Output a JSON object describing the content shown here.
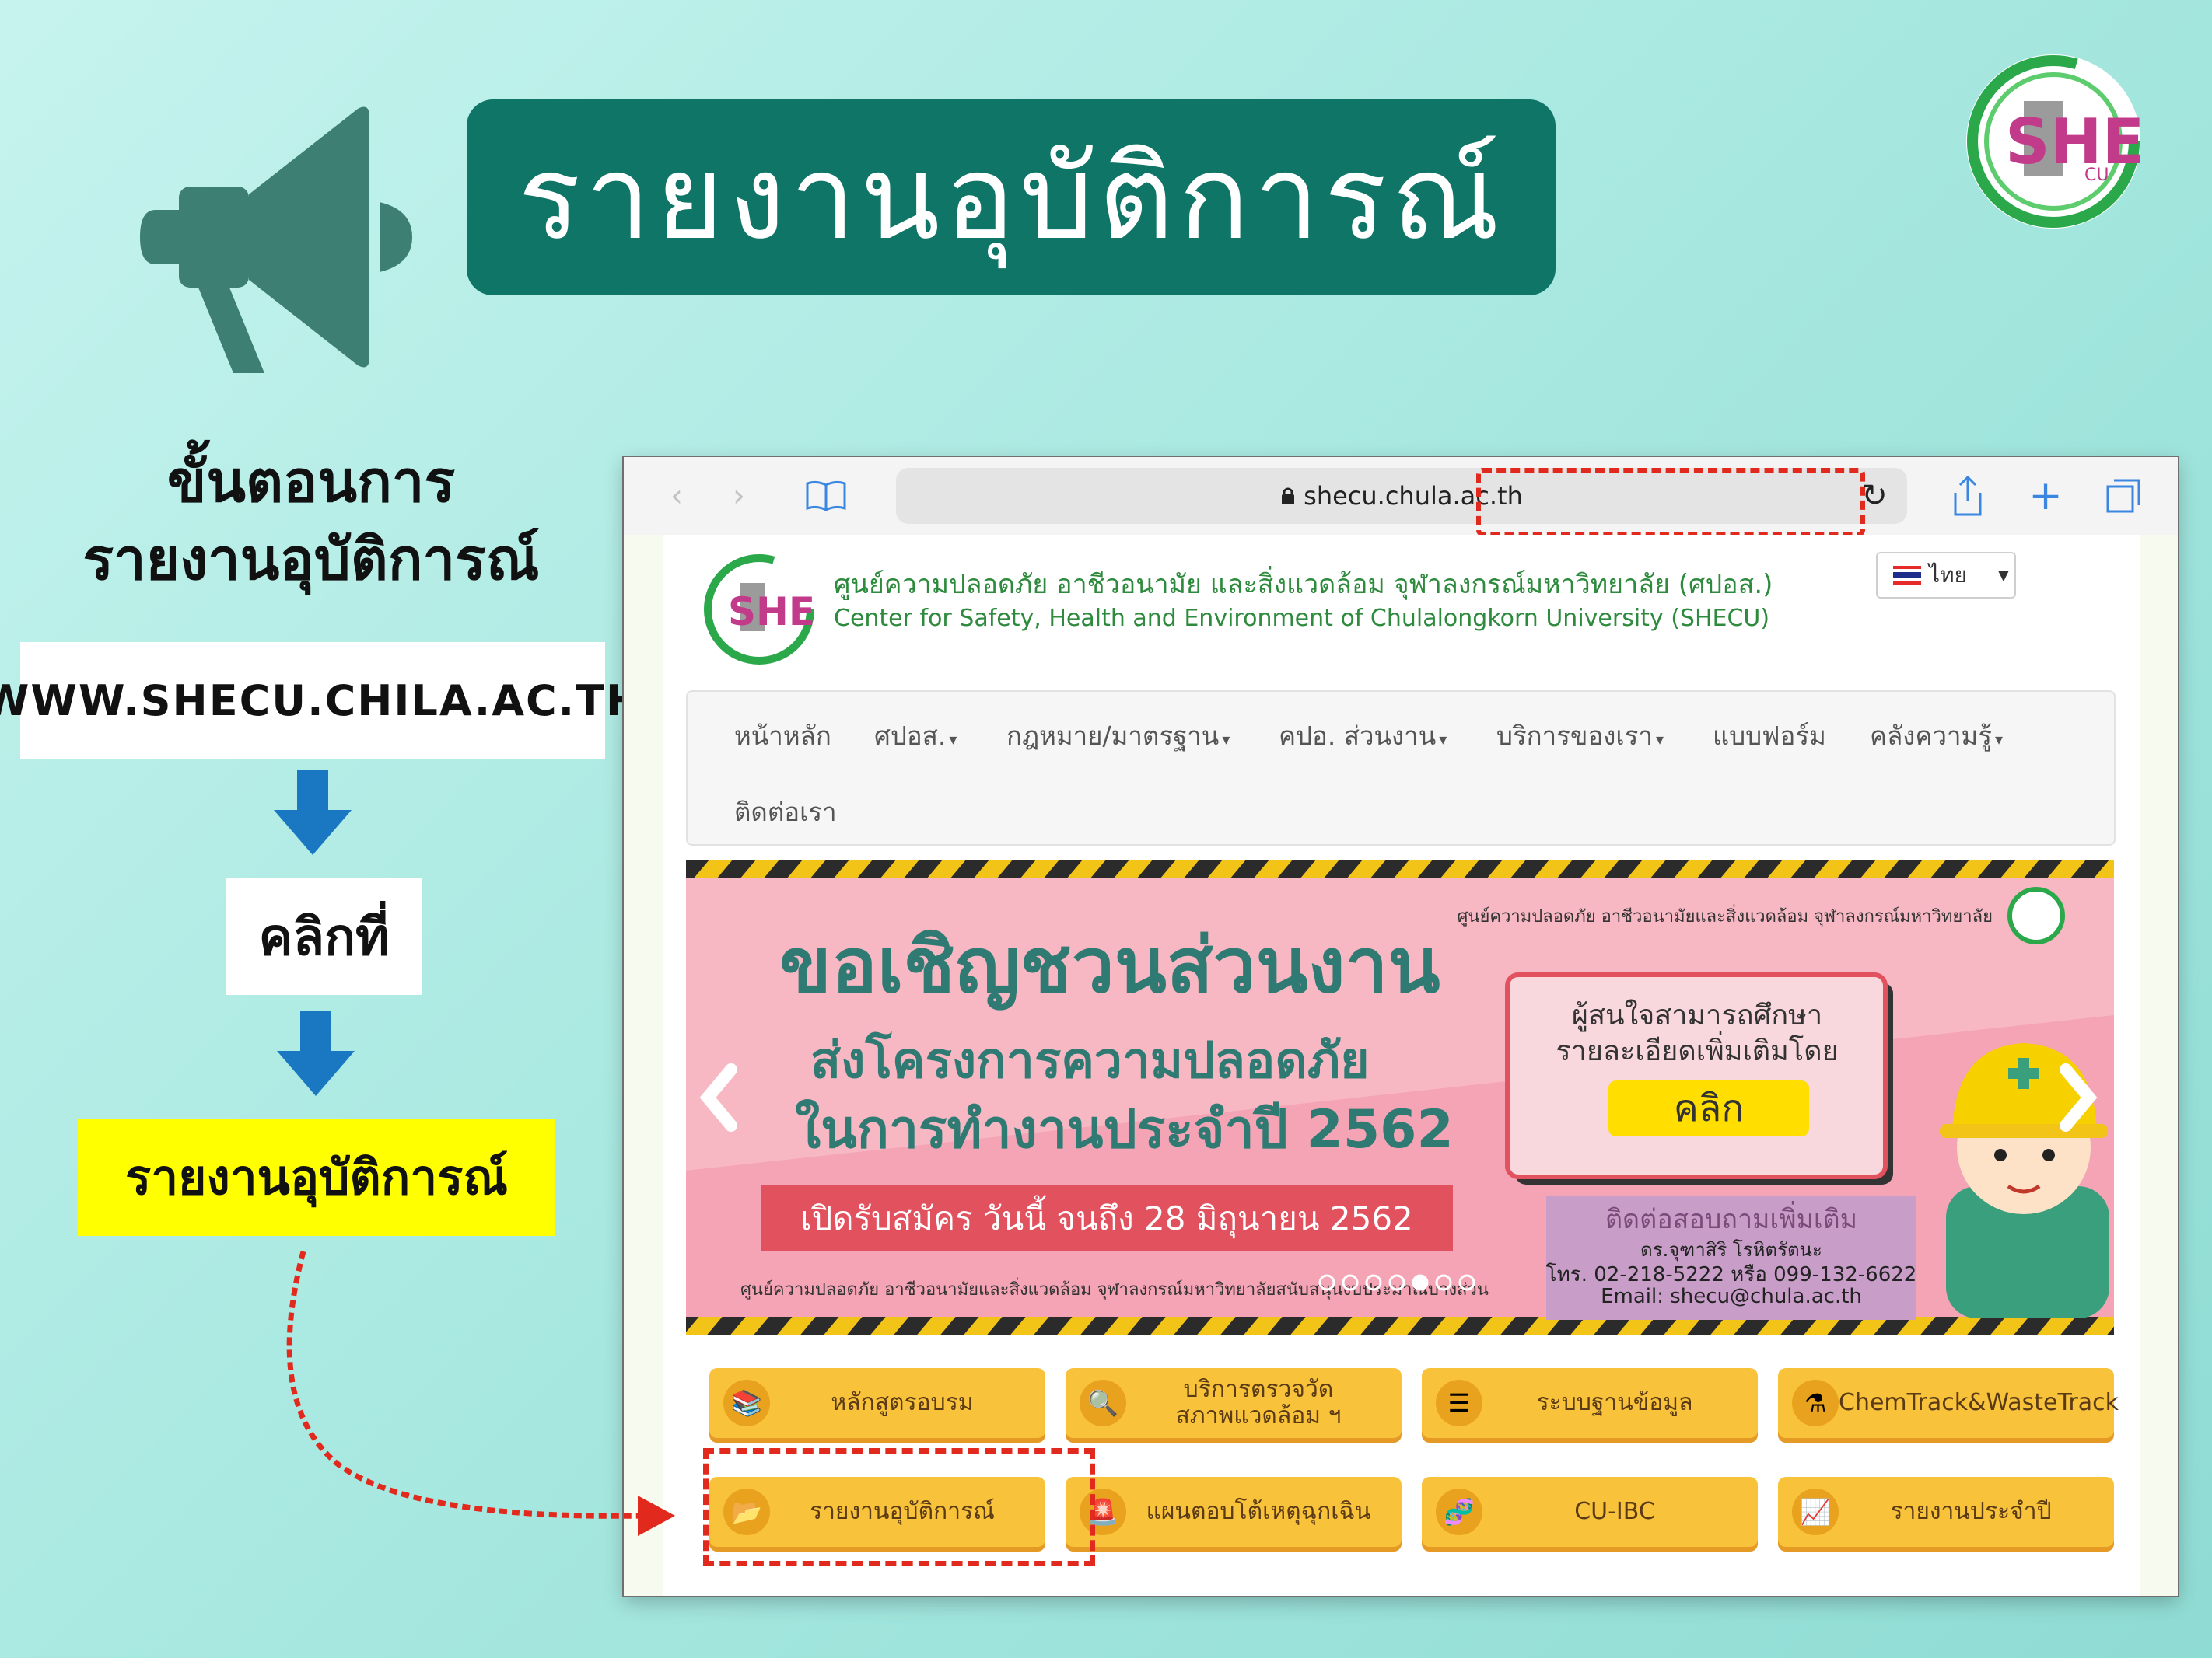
{
  "header": {
    "title": "รายงานอุบัติการณ์",
    "logo_text": "SHE",
    "logo_sub": "CU"
  },
  "steps": {
    "title_line1": "ขั้นตอนการ",
    "title_line2": "รายงานอุบัติการณ์",
    "url": "WWW.SHECU.CHILA.AC.TH",
    "click": "คลิกที่",
    "report": "รายงานอุบัติการณ์"
  },
  "browser": {
    "address": "shecu.chula.ac.th",
    "lock_icon": "lock-icon"
  },
  "site": {
    "name_th": "ศูนย์ความปลอดภัย อาชีวอนามัย และสิ่งแวดล้อม จุฬาลงกรณ์มหาวิทยาลัย (ศปอส.)",
    "name_en": "Center for Safety, Health and Environment of Chulalongkorn University (SHECU)",
    "language": "ไทย",
    "nav": [
      {
        "label": "หน้าหลัก",
        "dropdown": false
      },
      {
        "label": "ศปอส.",
        "dropdown": true
      },
      {
        "label": "กฎหมาย/มาตรฐาน",
        "dropdown": true
      },
      {
        "label": "คปอ. ส่วนงาน",
        "dropdown": true
      },
      {
        "label": "บริการของเรา",
        "dropdown": true
      },
      {
        "label": "แบบฟอร์ม",
        "dropdown": false
      },
      {
        "label": "คลังความรู้",
        "dropdown": true
      },
      {
        "label": "ติดต่อเรา",
        "dropdown": false
      }
    ]
  },
  "banner": {
    "top_caption": "ศูนย์ความปลอดภัย อาชีวอนามัยและสิ่งแวดล้อม จุฬาลงกรณ์มหาวิทยาลัย",
    "headline1": "ขอเชิญชวนส่วนงาน",
    "headline2": "ส่งโครงการความปลอดภัย",
    "headline3": "ในการทำงานประจำปี 2562",
    "deadline": "เปิดรับสมัคร วันนี้ จนถึง 28 มิถุนายน 2562",
    "footnote": "ศูนย์ความปลอดภัย อาชีวอนามัยและสิ่งแวดล้อม จุฬาลงกรณ์มหาวิทยาลัยสนับสนุนงบประมาณบางส่วน",
    "info1": "ผู้สนใจสามารถศึกษา",
    "info2": "รายละเอียดเพิ่มเติมโดย",
    "click_btn": "คลิก",
    "contact_title": "ติดต่อสอบถามเพิ่มเติม",
    "contact_name": "ดร.จุฑาสิริ โรหิตรัตนะ",
    "contact_tel": "โทร. 02-218-5222 หรือ 099-132-6622",
    "contact_email": "Email: shecu@chula.ac.th",
    "dots_total": 7,
    "dots_active": 5
  },
  "tiles": [
    {
      "label": "หลักสูตรอบรม",
      "icon": "books-icon"
    },
    {
      "label": "บริการตรวจวัด\nสภาพแวดล้อม ฯ",
      "icon": "magnifier-icon"
    },
    {
      "label": "ระบบฐานข้อมูล",
      "icon": "database-icon"
    },
    {
      "label": "ChemTrack&WasteTrack",
      "icon": "flask-icon"
    },
    {
      "label": "รายงานอุบัติการณ์",
      "icon": "folder-icon"
    },
    {
      "label": "แผนตอบโต้เหตุฉุกเฉิน",
      "icon": "siren-icon"
    },
    {
      "label": "CU-IBC",
      "icon": "dna-icon"
    },
    {
      "label": "รายงานประจำปี",
      "icon": "growth-chart-icon"
    }
  ],
  "colors": {
    "title_box": "#0f7566",
    "highlight_yellow": "#ffff00",
    "arrow_blue": "#1a78c2",
    "red_annotation": "#e12a1d",
    "tile_yellow": "#f8c23a",
    "banner_pink": "#f4a4b4"
  }
}
